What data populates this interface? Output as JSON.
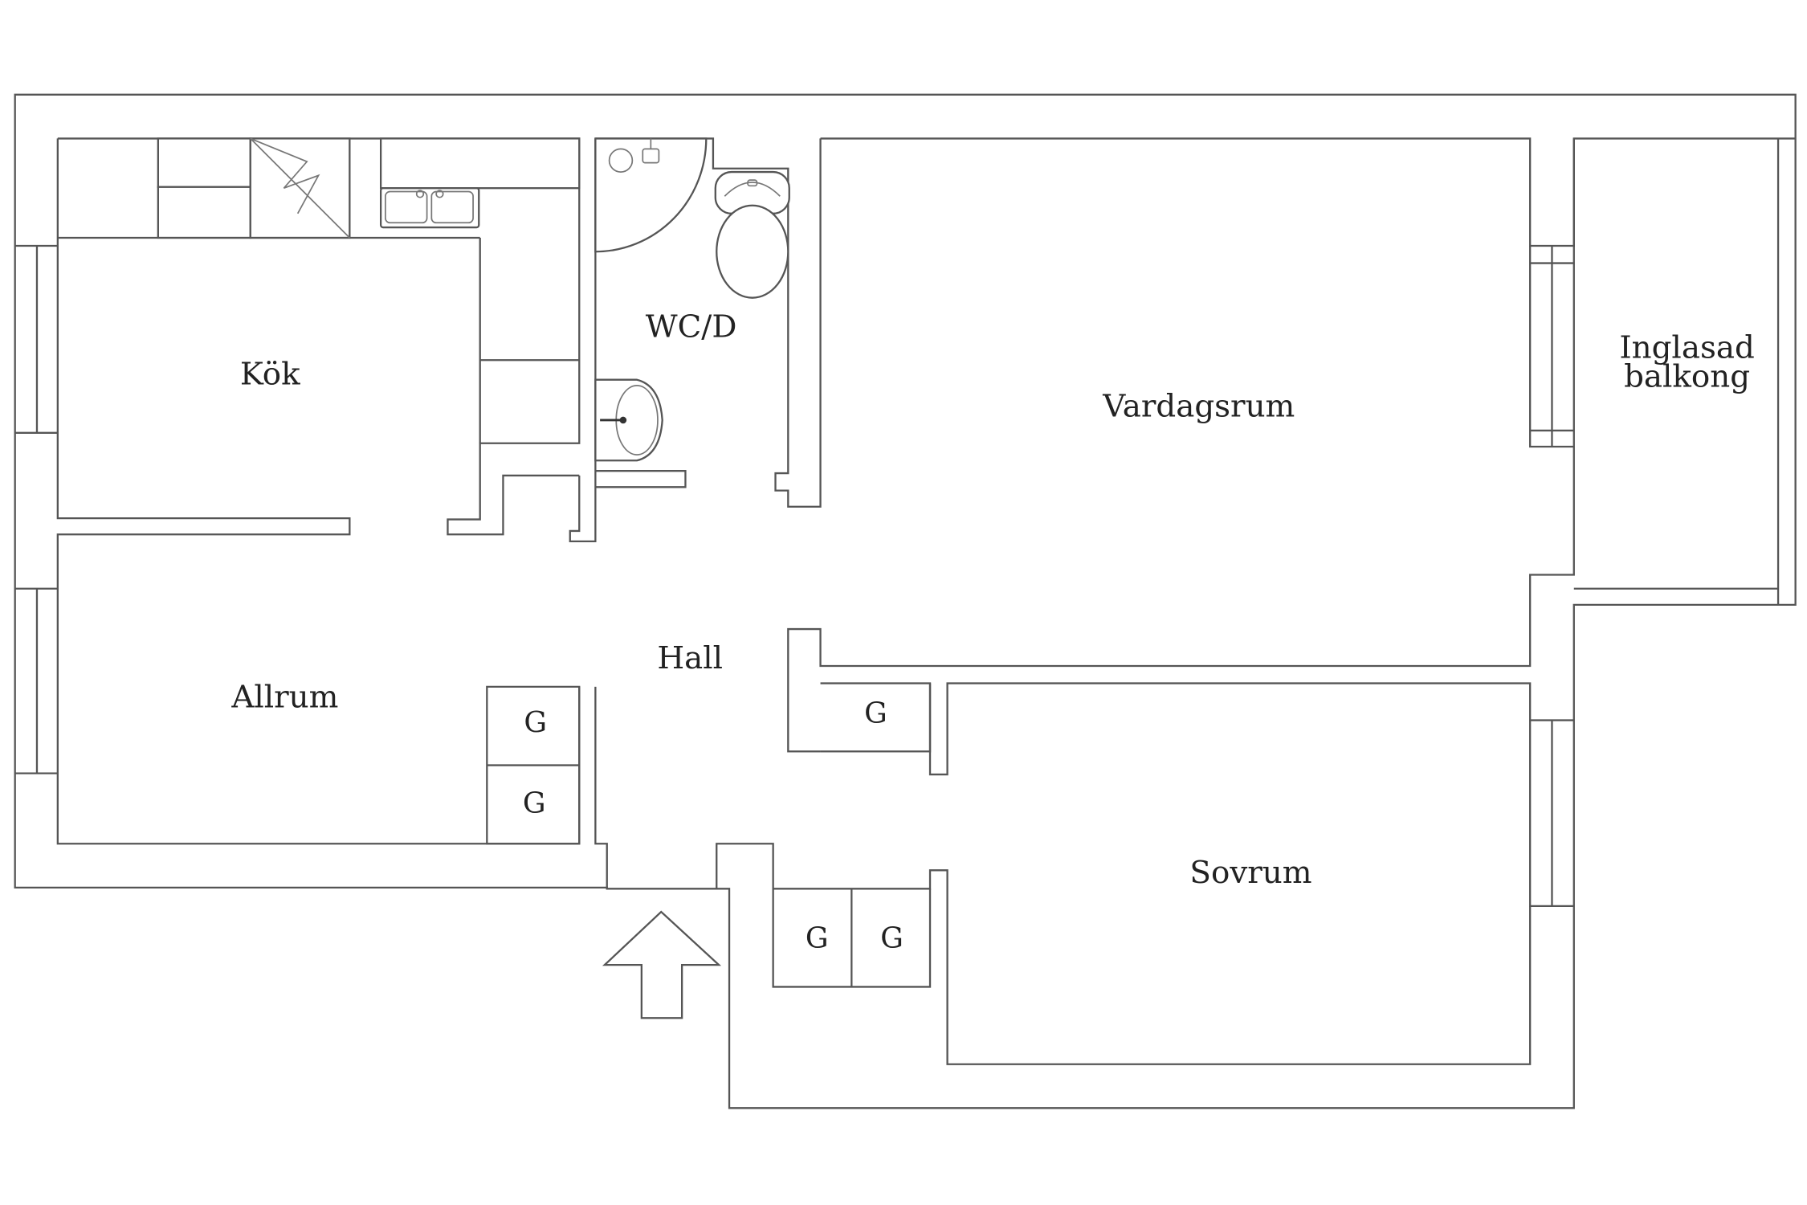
{
  "rooms": {
    "kok": "Kök",
    "wcd": "WC/D",
    "vardagsrum": "Vardagsrum",
    "balkong_line1": "Inglasad",
    "balkong_line2": "balkong",
    "hall": "Hall",
    "allrum": "Allrum",
    "sovrum": "Sovrum"
  },
  "storage": {
    "label": "G"
  },
  "icons": {
    "entrance": "entrance-arrow-icon",
    "stove": "stove-icon",
    "sink": "kitchen-sink-icon",
    "toilet": "toilet-icon",
    "basin": "washbasin-icon",
    "shower": "shower-icon"
  }
}
